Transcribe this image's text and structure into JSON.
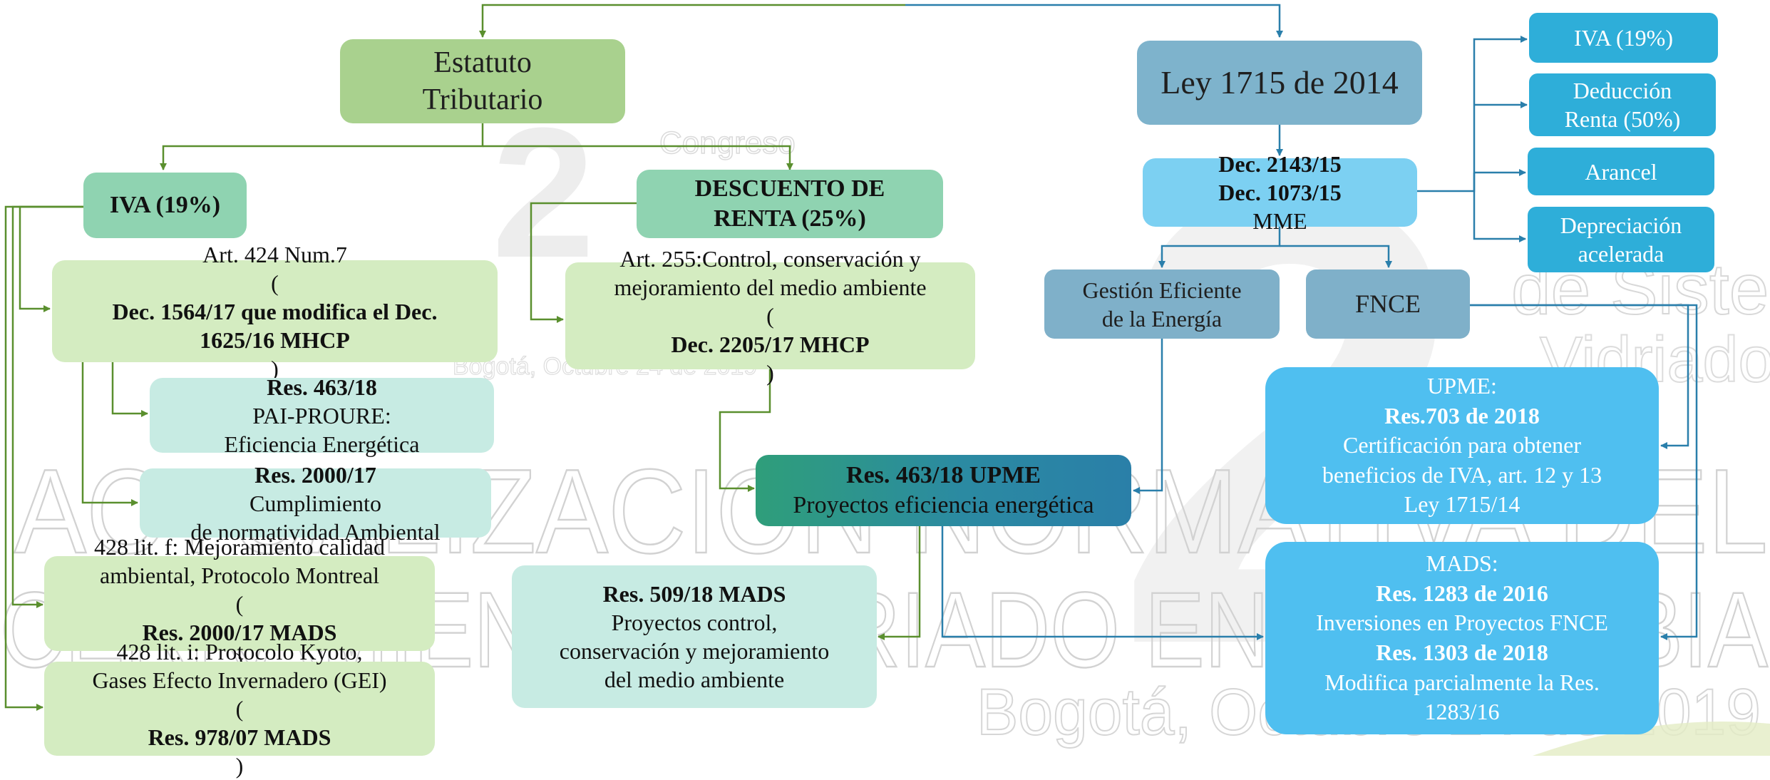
{
  "nodes": {
    "estatuto": {
      "line1": "Estatuto",
      "line2": "Tributario"
    },
    "iva_left": {
      "label": "IVA (19%)"
    },
    "descuento": {
      "line1": "DESCUENTO DE",
      "line2": "RENTA (25%)"
    },
    "art424": {
      "line1": "Art. 424 Num.7",
      "line2_open": "(",
      "line2_bold": "Dec. 1564/17 que modifica el Dec.",
      "line3_bold": "1625/16 MHCP",
      "line3_close": ")"
    },
    "art255": {
      "line1": "Art. 255:Control, conservación y",
      "line2": "mejoramiento del medio ambiente",
      "line3_open": "(",
      "line3_bold": "Dec. 2205/17 MHCP",
      "line3_close": ")"
    },
    "res463_pai": {
      "bold": "Res. 463/18",
      "rest": " PAI-PROURE:",
      "line2": "Eficiencia Energética"
    },
    "res2000": {
      "bold": "Res. 2000/17",
      "rest": " Cumplimiento",
      "line2": "de normatividad Ambiental"
    },
    "res463_upme": {
      "bold": "Res. 463/18 UPME",
      "line2": "Proyectos eficiencia energética"
    },
    "lit_f": {
      "line1": "428 lit. f: Mejoramiento calidad",
      "line2": "ambiental, Protocolo Montreal",
      "line3_open": "(",
      "line3_bold": "Res. 2000/17 MADS",
      "line3_close": ")"
    },
    "lit_i": {
      "line1": "428 lit. i: Protocolo Kyoto,",
      "line2": "Gases Efecto Invernadero (GEI)",
      "line3_open": "(",
      "line3_bold": "Res. 978/07 MADS",
      "line3_close": ")"
    },
    "res509": {
      "bold": "Res. 509/18 MADS",
      "line2": "Proyectos control,",
      "line3": "conservación y mejoramiento",
      "line4": "del medio ambiente"
    },
    "ley1715": {
      "label": "Ley 1715 de 2014"
    },
    "dec2143": {
      "line1": "Dec. 2143/15",
      "line2_bold": "Dec. 1073/15",
      "line2_rest": " MME"
    },
    "iva_right": {
      "label": "IVA (19%)"
    },
    "deduccion": {
      "line1": "Deducción",
      "line2": "Renta (50%)"
    },
    "arancel": {
      "label": "Arancel"
    },
    "depreciacion": {
      "line1": "Depreciación",
      "line2": "acelerada"
    },
    "gestion": {
      "line1": "Gestión Eficiente",
      "line2": "de la Energía"
    },
    "fnce": {
      "label": "FNCE"
    },
    "upme": {
      "line1": "UPME:",
      "line2": "Res.703 de 2018",
      "line3": "Certificación para obtener",
      "line4": "beneficios de IVA, art. 12 y 13",
      "line5": "Ley 1715/14"
    },
    "mads": {
      "line1": "MADS:",
      "line2": "Res. 1283 de 2016",
      "line3": "Inversiones en Proyectos FNCE",
      "line4": "Res. 1303 de 2018",
      "line5": "Modifica parcialmente la Res.",
      "line6": "1283/16"
    }
  },
  "watermark": {
    "line1": "ACTUALIZACION NORMATIVA DEL",
    "line2": "CERRAMIENTO VIDRIADO EN COLOMBIA",
    "line3": "Bogotá, Octubre 24 de 2019",
    "logo_congreso": "Congreso",
    "logo_de_sistemas": "de Sistemas",
    "logo_vidriados": "Vidriados"
  },
  "colors": {
    "green_line": "#5a8f2e",
    "blue_line": "#2a7fab",
    "green_title": "#a9d18e",
    "blue_title": "#7eb3cc"
  }
}
